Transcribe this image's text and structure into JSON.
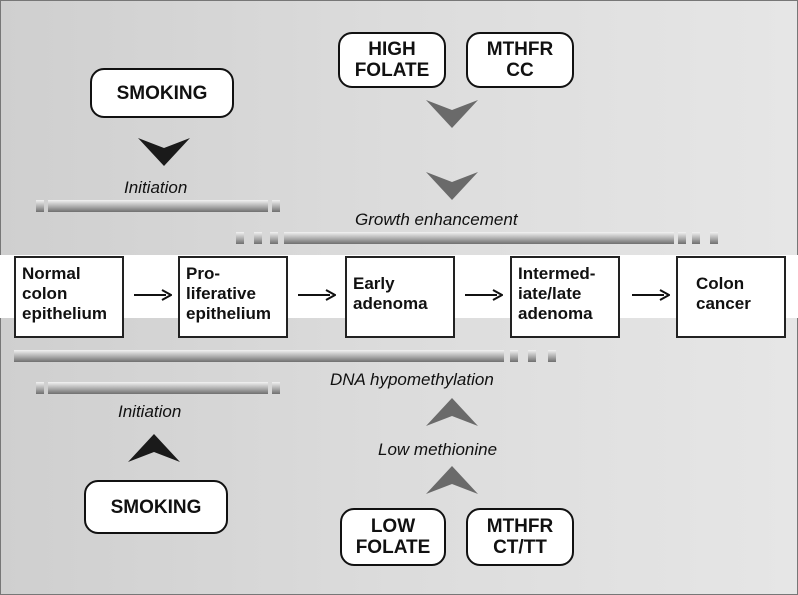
{
  "top_factors": {
    "smoking": "SMOKING",
    "high_folate": "HIGH\nFOLATE",
    "mthfr_cc": "MTHFR\nCC"
  },
  "bottom_factors": {
    "smoking": "SMOKING",
    "low_folate": "LOW\nFOLATE",
    "mthfr_ct_tt": "MTHFR\nCT/TT"
  },
  "labels": {
    "initiation_top": "Initiation",
    "growth_enhancement": "Growth enhancement",
    "dna_hypomethylation": "DNA hypomethylation",
    "initiation_bottom": "Initiation",
    "low_methionine": "Low methionine"
  },
  "stages": [
    {
      "label": "Normal\ncolon\nepithelium"
    },
    {
      "label": "Pro-\nliferative\nepithelium"
    },
    {
      "label": "Early\nadenoma"
    },
    {
      "label": "Intermed-\niate/late\nadenoma"
    },
    {
      "label": "Colon\ncancer"
    }
  ],
  "colors": {
    "dark_arrow": "#1a1a1a",
    "grey_arrow": "#6a6a6a",
    "panel": "#d8d8d8"
  }
}
